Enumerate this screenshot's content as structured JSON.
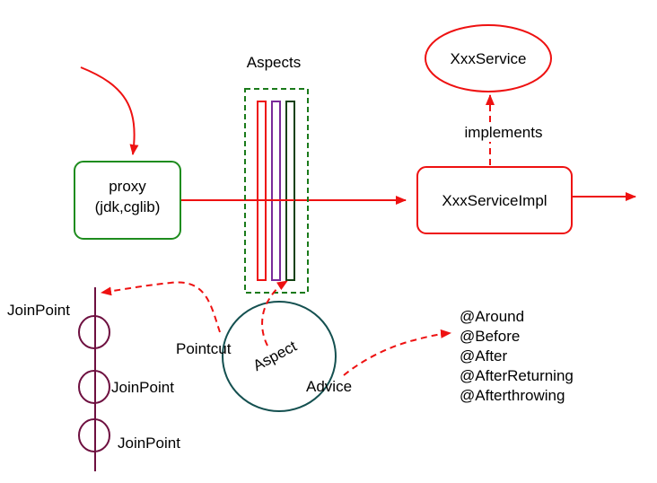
{
  "nodes": {
    "proxy": {
      "line1": "proxy",
      "line2": "(jdk,cglib)"
    },
    "aspects_title": "Aspects",
    "service_interface": "XxxService",
    "implements_label": "implements",
    "service_impl": "XxxServiceImpl",
    "aspect": "Aspect",
    "pointcut": "Pointcut",
    "advice": "Advice"
  },
  "joinpoints": [
    "JoinPoint",
    "JoinPoint",
    "JoinPoint"
  ],
  "advice_types": [
    "@Around",
    "@Before",
    "@After",
    "@AfterReturning",
    "@Afterthrowing"
  ],
  "colors": {
    "red": "#ee1111",
    "green": "#1e8c1e",
    "dashed_green": "#1a7a1a",
    "purple": "#7a2a9a",
    "dark_green": "#124212",
    "teal": "#145050",
    "maroon": "#6e1040"
  }
}
